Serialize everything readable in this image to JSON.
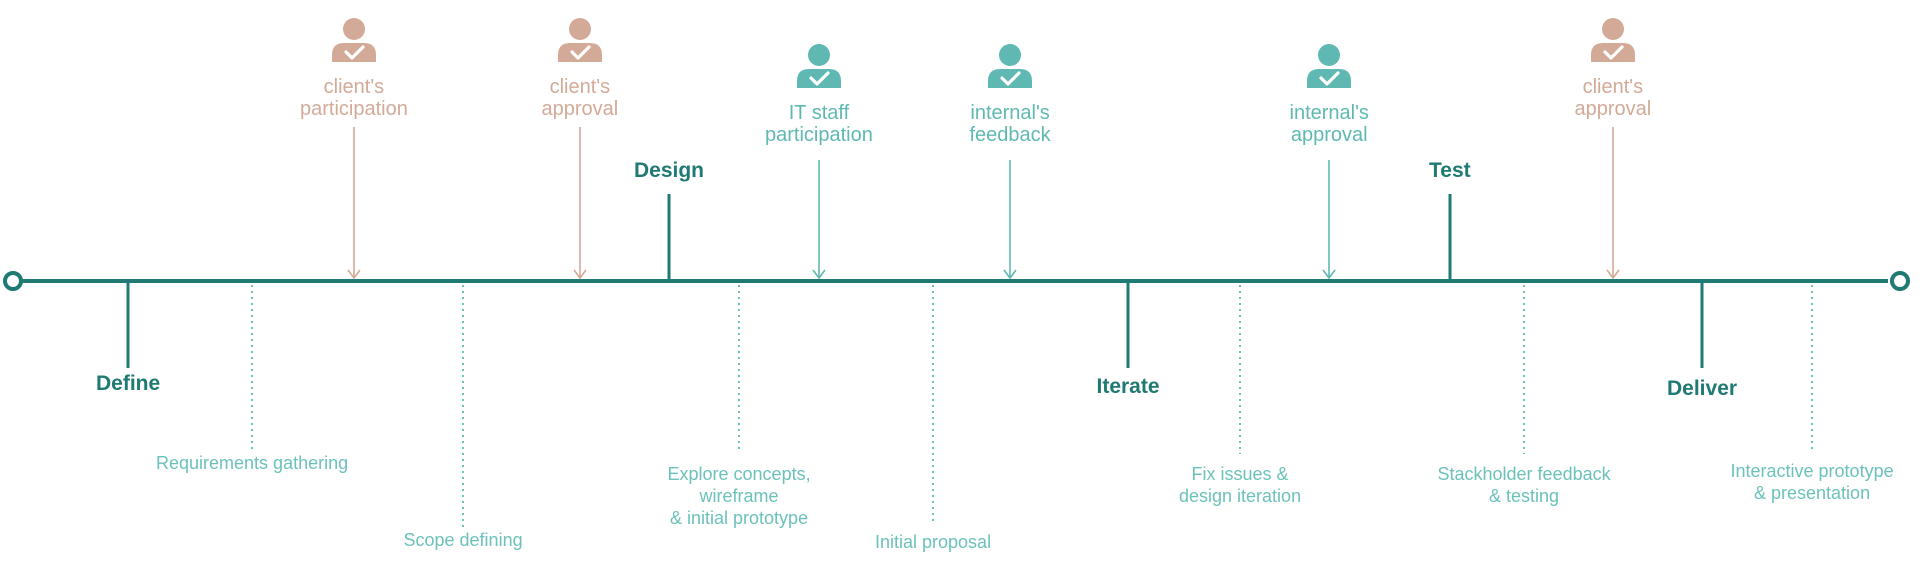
{
  "colors": {
    "axis": "#1e7a72",
    "task": "#6cc2bb",
    "client": "#d3aa98",
    "internal": "#5fb9b2"
  },
  "phases": [
    {
      "id": "define",
      "label": "Define"
    },
    {
      "id": "design",
      "label": "Design"
    },
    {
      "id": "iterate",
      "label": "Iterate"
    },
    {
      "id": "test",
      "label": "Test"
    },
    {
      "id": "deliver",
      "label": "Deliver"
    }
  ],
  "tasks": [
    {
      "id": "requirements",
      "label": "Requirements gathering"
    },
    {
      "id": "scope",
      "label": "Scope defining"
    },
    {
      "id": "explore",
      "label": "Explore concepts,\nwireframe\n& initial prototype"
    },
    {
      "id": "proposal",
      "label": "Initial proposal"
    },
    {
      "id": "fix",
      "label": "Fix issues &\ndesign iteration"
    },
    {
      "id": "stakeholder",
      "label": "Stackholder feedback\n& testing"
    },
    {
      "id": "interactive",
      "label": "Interactive prototype\n& presentation"
    }
  ],
  "milestones": [
    {
      "id": "client-participation",
      "type": "client",
      "icon": "user-check-icon",
      "label": "client's\nparticipation"
    },
    {
      "id": "client-approval-1",
      "type": "client",
      "icon": "user-check-icon",
      "label": "client's\napproval"
    },
    {
      "id": "it-staff",
      "type": "internal",
      "icon": "user-check-icon",
      "label": "IT staff\nparticipation"
    },
    {
      "id": "internal-feedback",
      "type": "internal",
      "icon": "user-check-icon",
      "label": "internal's\nfeedback"
    },
    {
      "id": "internal-approval",
      "type": "internal",
      "icon": "user-check-icon",
      "label": "internal's\napproval"
    },
    {
      "id": "client-approval-2",
      "type": "client",
      "icon": "user-check-icon",
      "label": "client's\napproval"
    }
  ]
}
